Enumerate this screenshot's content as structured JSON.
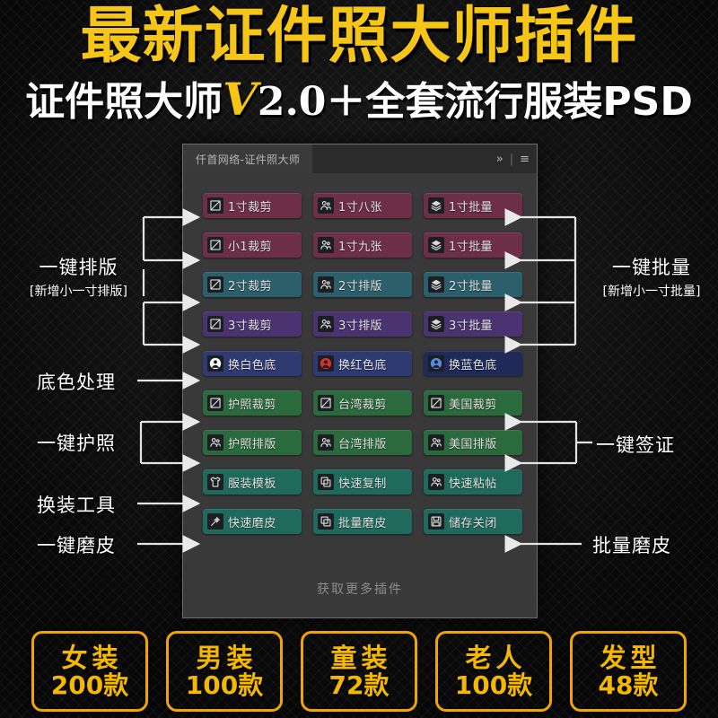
{
  "banner": {
    "title_main": "最新证件照大师插件",
    "sub_pre": "证件照大师",
    "sub_v": "V",
    "sub_ver": "2.0",
    "sub_post": "＋全套流行服装PSD"
  },
  "panel": {
    "tab_title": "仟首网络-证件照大师",
    "expand_icon": "»",
    "separator": "|",
    "menu_icon": "≡",
    "more_link": "获取更多插件",
    "buttons": [
      {
        "label": "1寸裁剪",
        "icon": "crop-icon",
        "color": "#6d2f47"
      },
      {
        "label": "1寸八张",
        "icon": "people-icon",
        "color": "#6d2f47"
      },
      {
        "label": "1寸批量",
        "icon": "layers-icon",
        "color": "#6d2f47"
      },
      {
        "label": "小1裁剪",
        "icon": "crop-icon",
        "color": "#6d2f47"
      },
      {
        "label": "1寸九张",
        "icon": "people-icon",
        "color": "#6d2f47"
      },
      {
        "label": "1寸批量",
        "icon": "layers-icon",
        "color": "#6d2f47"
      },
      {
        "label": "2寸裁剪",
        "icon": "crop-icon",
        "color": "#2b5f6b"
      },
      {
        "label": "2寸排版",
        "icon": "people-icon",
        "color": "#2b5f6b"
      },
      {
        "label": "2寸批量",
        "icon": "layers-icon",
        "color": "#2b5f6b"
      },
      {
        "label": "3寸裁剪",
        "icon": "crop-icon",
        "color": "#4b3270"
      },
      {
        "label": "3寸排版",
        "icon": "people-icon",
        "color": "#4b3270"
      },
      {
        "label": "3寸批量",
        "icon": "layers-icon",
        "color": "#4b3270"
      },
      {
        "label": "换白色底",
        "icon": "person-white-icon",
        "color": "#2f3a70"
      },
      {
        "label": "换红色底",
        "icon": "person-red-icon",
        "color": "#2f3a70"
      },
      {
        "label": "换蓝色底",
        "icon": "person-blue-icon",
        "color": "#1f2a58"
      },
      {
        "label": "护照裁剪",
        "icon": "crop-icon",
        "color": "#2b6a3c"
      },
      {
        "label": "台湾裁剪",
        "icon": "crop-icon",
        "color": "#2b6a3c"
      },
      {
        "label": "美国裁剪",
        "icon": "crop-icon",
        "color": "#2b6a3c"
      },
      {
        "label": "护照排版",
        "icon": "people-icon",
        "color": "#2b6a3c"
      },
      {
        "label": "台湾排版",
        "icon": "people-icon",
        "color": "#2b6a3c"
      },
      {
        "label": "美国排版",
        "icon": "people-icon",
        "color": "#2b6a3c"
      },
      {
        "label": "服装模板",
        "icon": "shirt-icon",
        "color": "#1f6a5c"
      },
      {
        "label": "快速复制",
        "icon": "copy-icon",
        "color": "#1f6a5c"
      },
      {
        "label": "快速粘帖",
        "icon": "people-icon",
        "color": "#1f6a5c"
      },
      {
        "label": "快速磨皮",
        "icon": "wand-icon",
        "color": "#1f6a5c"
      },
      {
        "label": "批量磨皮",
        "icon": "copy-icon",
        "color": "#1f6a5c"
      },
      {
        "label": "储存关闭",
        "icon": "save-icon",
        "color": "#1f6a5c"
      }
    ]
  },
  "annotations": {
    "left": [
      {
        "title": "一键排版",
        "sub": "[新增小一寸排版]"
      },
      {
        "title": "底色处理",
        "sub": ""
      },
      {
        "title": "一键护照",
        "sub": ""
      },
      {
        "title": "换装工具",
        "sub": ""
      },
      {
        "title": "一键磨皮",
        "sub": ""
      }
    ],
    "right": [
      {
        "title": "一键批量",
        "sub": "[新增小一寸批量]"
      },
      {
        "title": "一键签证",
        "sub": ""
      },
      {
        "title": "批量磨皮",
        "sub": ""
      }
    ]
  },
  "badges": [
    {
      "title": "女装",
      "count": "200款"
    },
    {
      "title": "男装",
      "count": "100款"
    },
    {
      "title": "童装",
      "count": "72款"
    },
    {
      "title": "老人",
      "count": "100款"
    },
    {
      "title": "发型",
      "count": "48款"
    }
  ],
  "colors": {
    "accent_yellow": "#f5c518",
    "panel_bg": "#393939",
    "panel_chrome": "#2b2b2b"
  }
}
